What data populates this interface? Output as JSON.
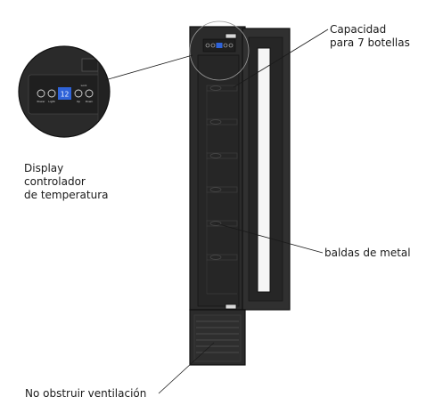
{
  "labels": {
    "capacity_line1": "Capacidad",
    "capacity_line2": "para 7 botellas",
    "display_line1": "Display",
    "display_line2": "controlador",
    "display_line3": "de temperatura",
    "shelves": "baldas de metal",
    "ventilation": "No obstruir ventilación"
  },
  "control_panel": {
    "readout": "12",
    "buttons": [
      "Power",
      "Light",
      "Up",
      "Down"
    ],
    "top_marks": [
      "Lock"
    ]
  },
  "colors": {
    "cabinet": "#2b2b2b",
    "outline": "#111111",
    "shelf_line": "#3c3c3c",
    "display_blue": "#2f63d8",
    "text": "#1a1a1a"
  }
}
